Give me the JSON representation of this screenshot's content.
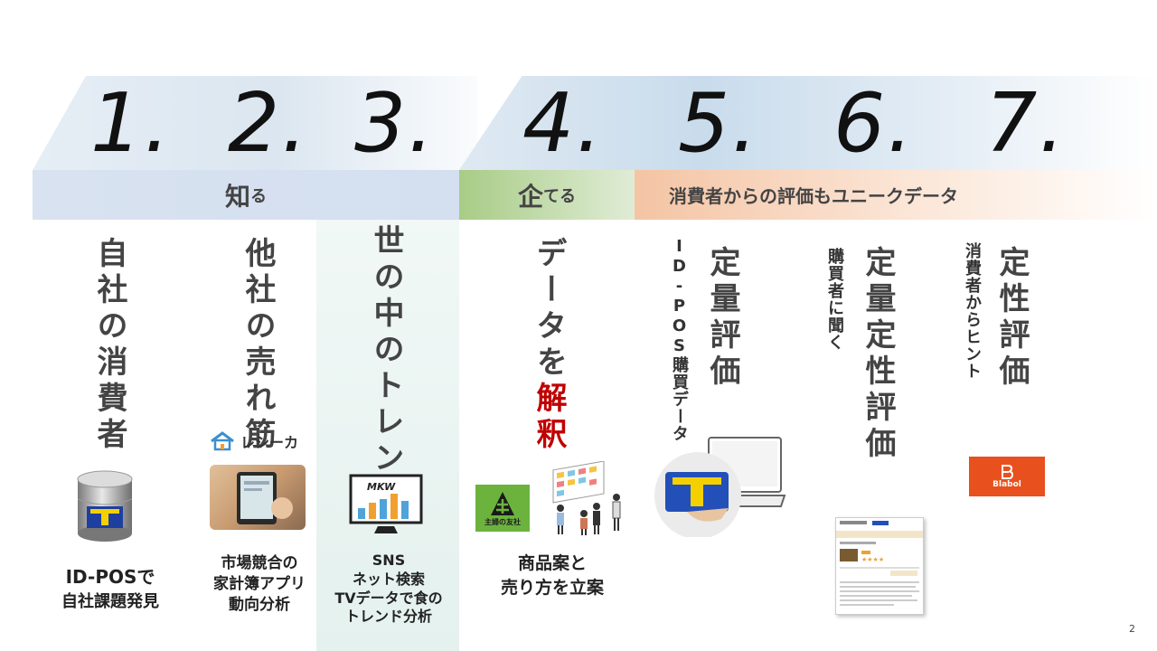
{
  "numbers": [
    "1.",
    "2.",
    "3.",
    "4.",
    "5.",
    "6.",
    "7."
  ],
  "categories": {
    "know": {
      "big": "知",
      "small": "る"
    },
    "plan": {
      "big": "企",
      "small": "てる"
    },
    "eval": {
      "label": "消費者からの評価もユニークデータ"
    }
  },
  "columns": {
    "c1": {
      "title": "自社の消費者",
      "caption_1": "ID-POSで",
      "caption_2": "自社課題発見"
    },
    "c2": {
      "title": "他社の売れ筋",
      "logo": "レシーカ",
      "caption_1": "市場競合の",
      "caption_2": "家計簿アプリ",
      "caption_3": "動向分析"
    },
    "c3": {
      "title": "世の中のトレンド",
      "screen_text": "MKW",
      "caption_1": "SNS",
      "caption_2": "ネット検索",
      "caption_3": "TVデータで食の",
      "caption_4": "トレンド分析"
    },
    "c4": {
      "title_1": "データを",
      "title_2": "解釈",
      "logo": "主婦の友社",
      "caption_1": "商品案と",
      "caption_2": "売り方を立案"
    },
    "c5": {
      "title": "定量評価",
      "sub": "ID-POS購買データ"
    },
    "c6": {
      "title": "定量定性評価",
      "sub": "購買者に聞く"
    },
    "c7": {
      "title": "定性評価",
      "sub": "消費者からヒント",
      "logo": "Blabol"
    }
  },
  "page_number": "2",
  "colors": {
    "know": "#d8e2f0",
    "plan": "#a8cc86",
    "eval": "#f4c4a4",
    "accent_red": "#c00000"
  }
}
